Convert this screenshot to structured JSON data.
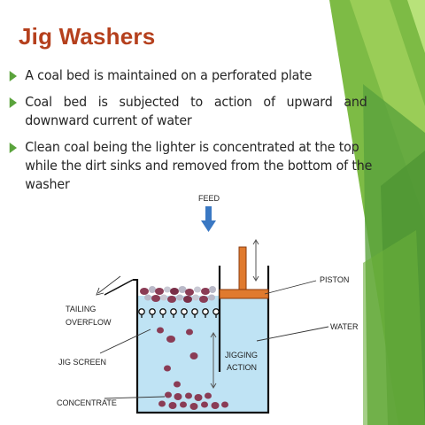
{
  "slide": {
    "title": "Jig Washers",
    "bullets": [
      "A coal bed is maintained on a perforated plate",
      "Coal bed is subjected to action of upward and downward current of water",
      "Clean coal being the lighter is concentrated at the top while the dirt sinks and removed from the bottom of the washer"
    ]
  },
  "diagram": {
    "labels": {
      "feed": "FEED",
      "piston": "PISTON",
      "tailing_line1": "TAILING",
      "tailing_line2": "OVERFLOW",
      "water": "WATER",
      "jig_screen": "JIG SCREEN",
      "jigging_line1": "JIGGING",
      "jigging_line2": "ACTION",
      "concentrate": "CONCENTRATE"
    }
  },
  "colors": {
    "title": "#b5401d",
    "bullet_marker": "#5aa33c",
    "water": "#bfe3f4",
    "piston": "#e07a2e",
    "feed_arrow": "#3a78c3",
    "particles": "#8a3c55",
    "green_dark": "#5aa33c",
    "green_light": "#9fd05a"
  }
}
